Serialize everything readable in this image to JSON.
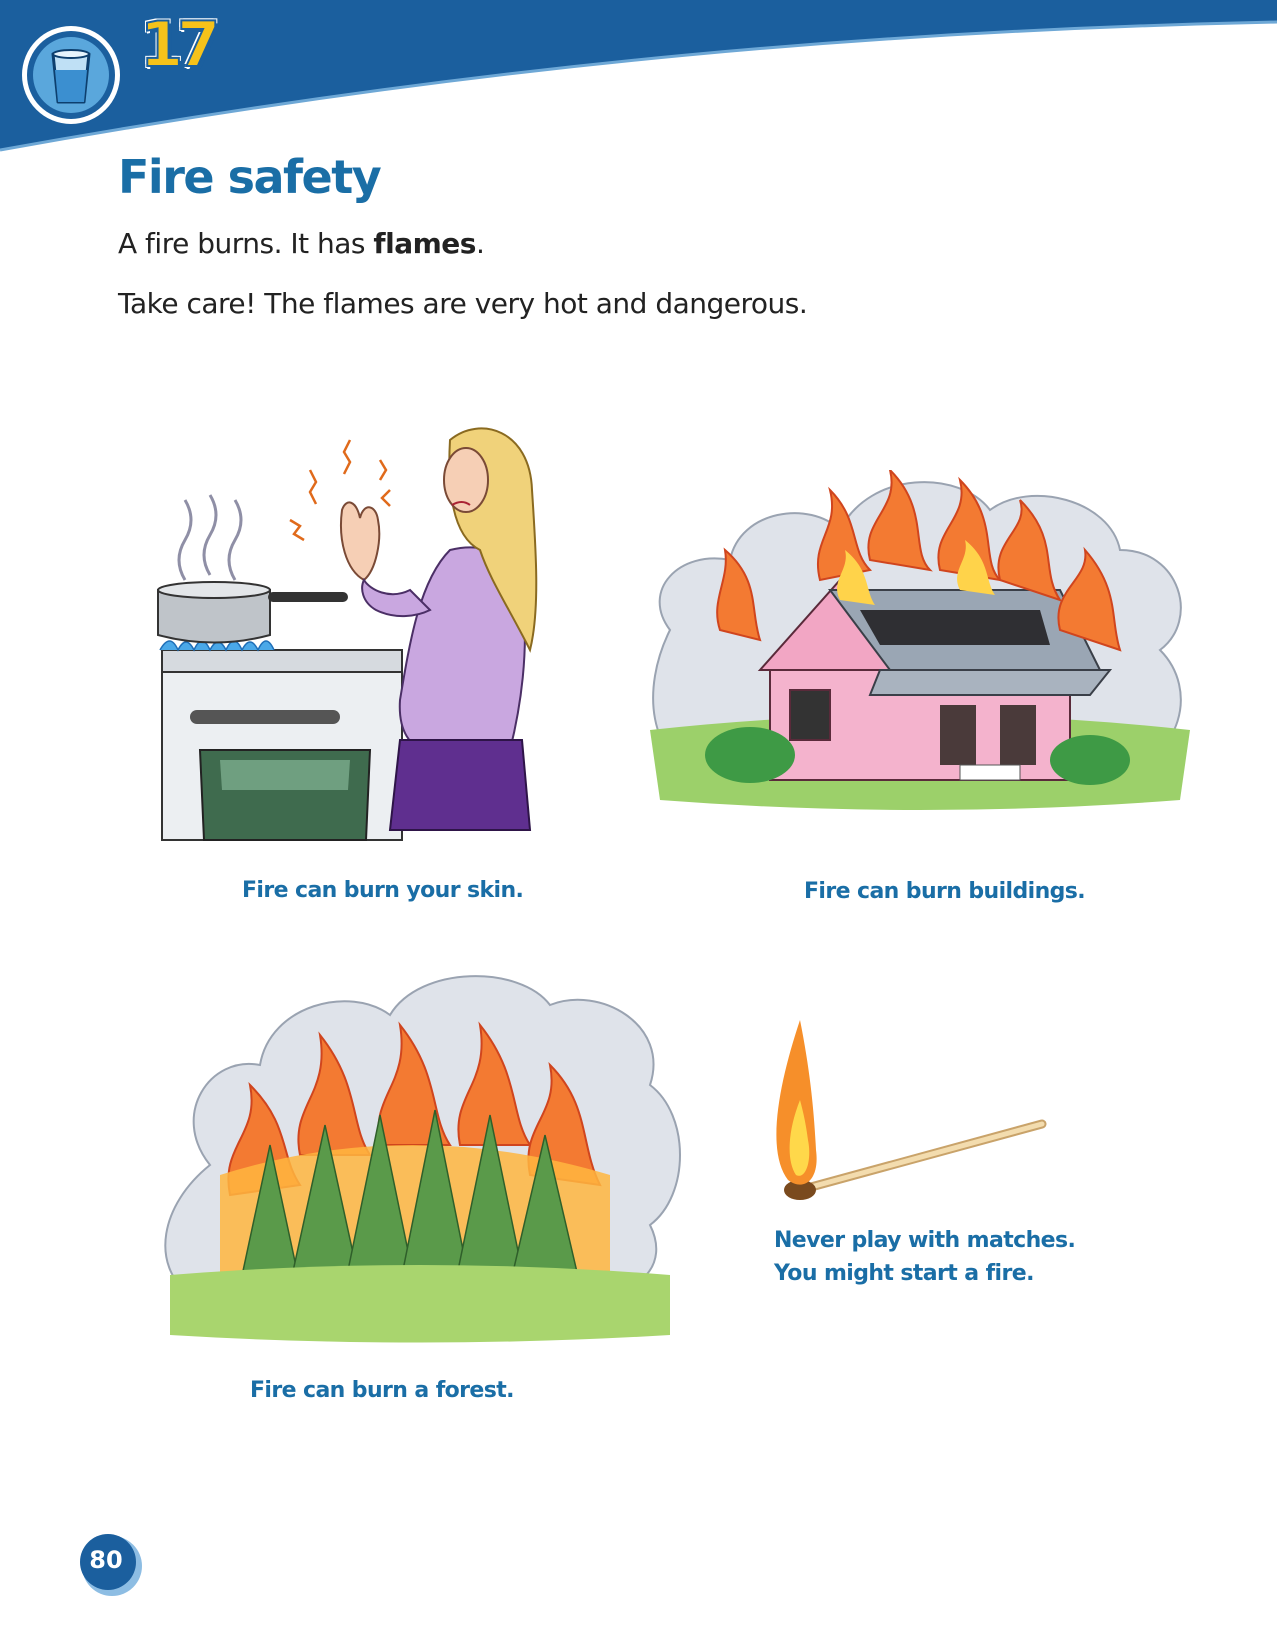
{
  "header": {
    "unit_number": "17",
    "unit_icon": "water-glass-icon",
    "band_color": "#1b5f9e"
  },
  "page": {
    "title": "Fire safety",
    "intro_line_1_prefix": "A fire burns. It has ",
    "intro_line_1_bold": "flames",
    "intro_line_1_suffix": ".",
    "intro_line_2": "Take care! The flames are very hot and dangerous.",
    "title_color": "#1a6ea6"
  },
  "figures": [
    {
      "illustration": "woman-burned-hand-at-stove",
      "caption": "Fire can burn your skin."
    },
    {
      "illustration": "house-on-fire",
      "caption": "Fire can burn buildings."
    },
    {
      "illustration": "forest-fire",
      "caption": "Fire can burn a forest."
    },
    {
      "illustration": "lit-match",
      "caption_line_1": "Never play with matches.",
      "caption_line_2": "You might start a fire."
    }
  ],
  "footer": {
    "page_number": "80"
  }
}
